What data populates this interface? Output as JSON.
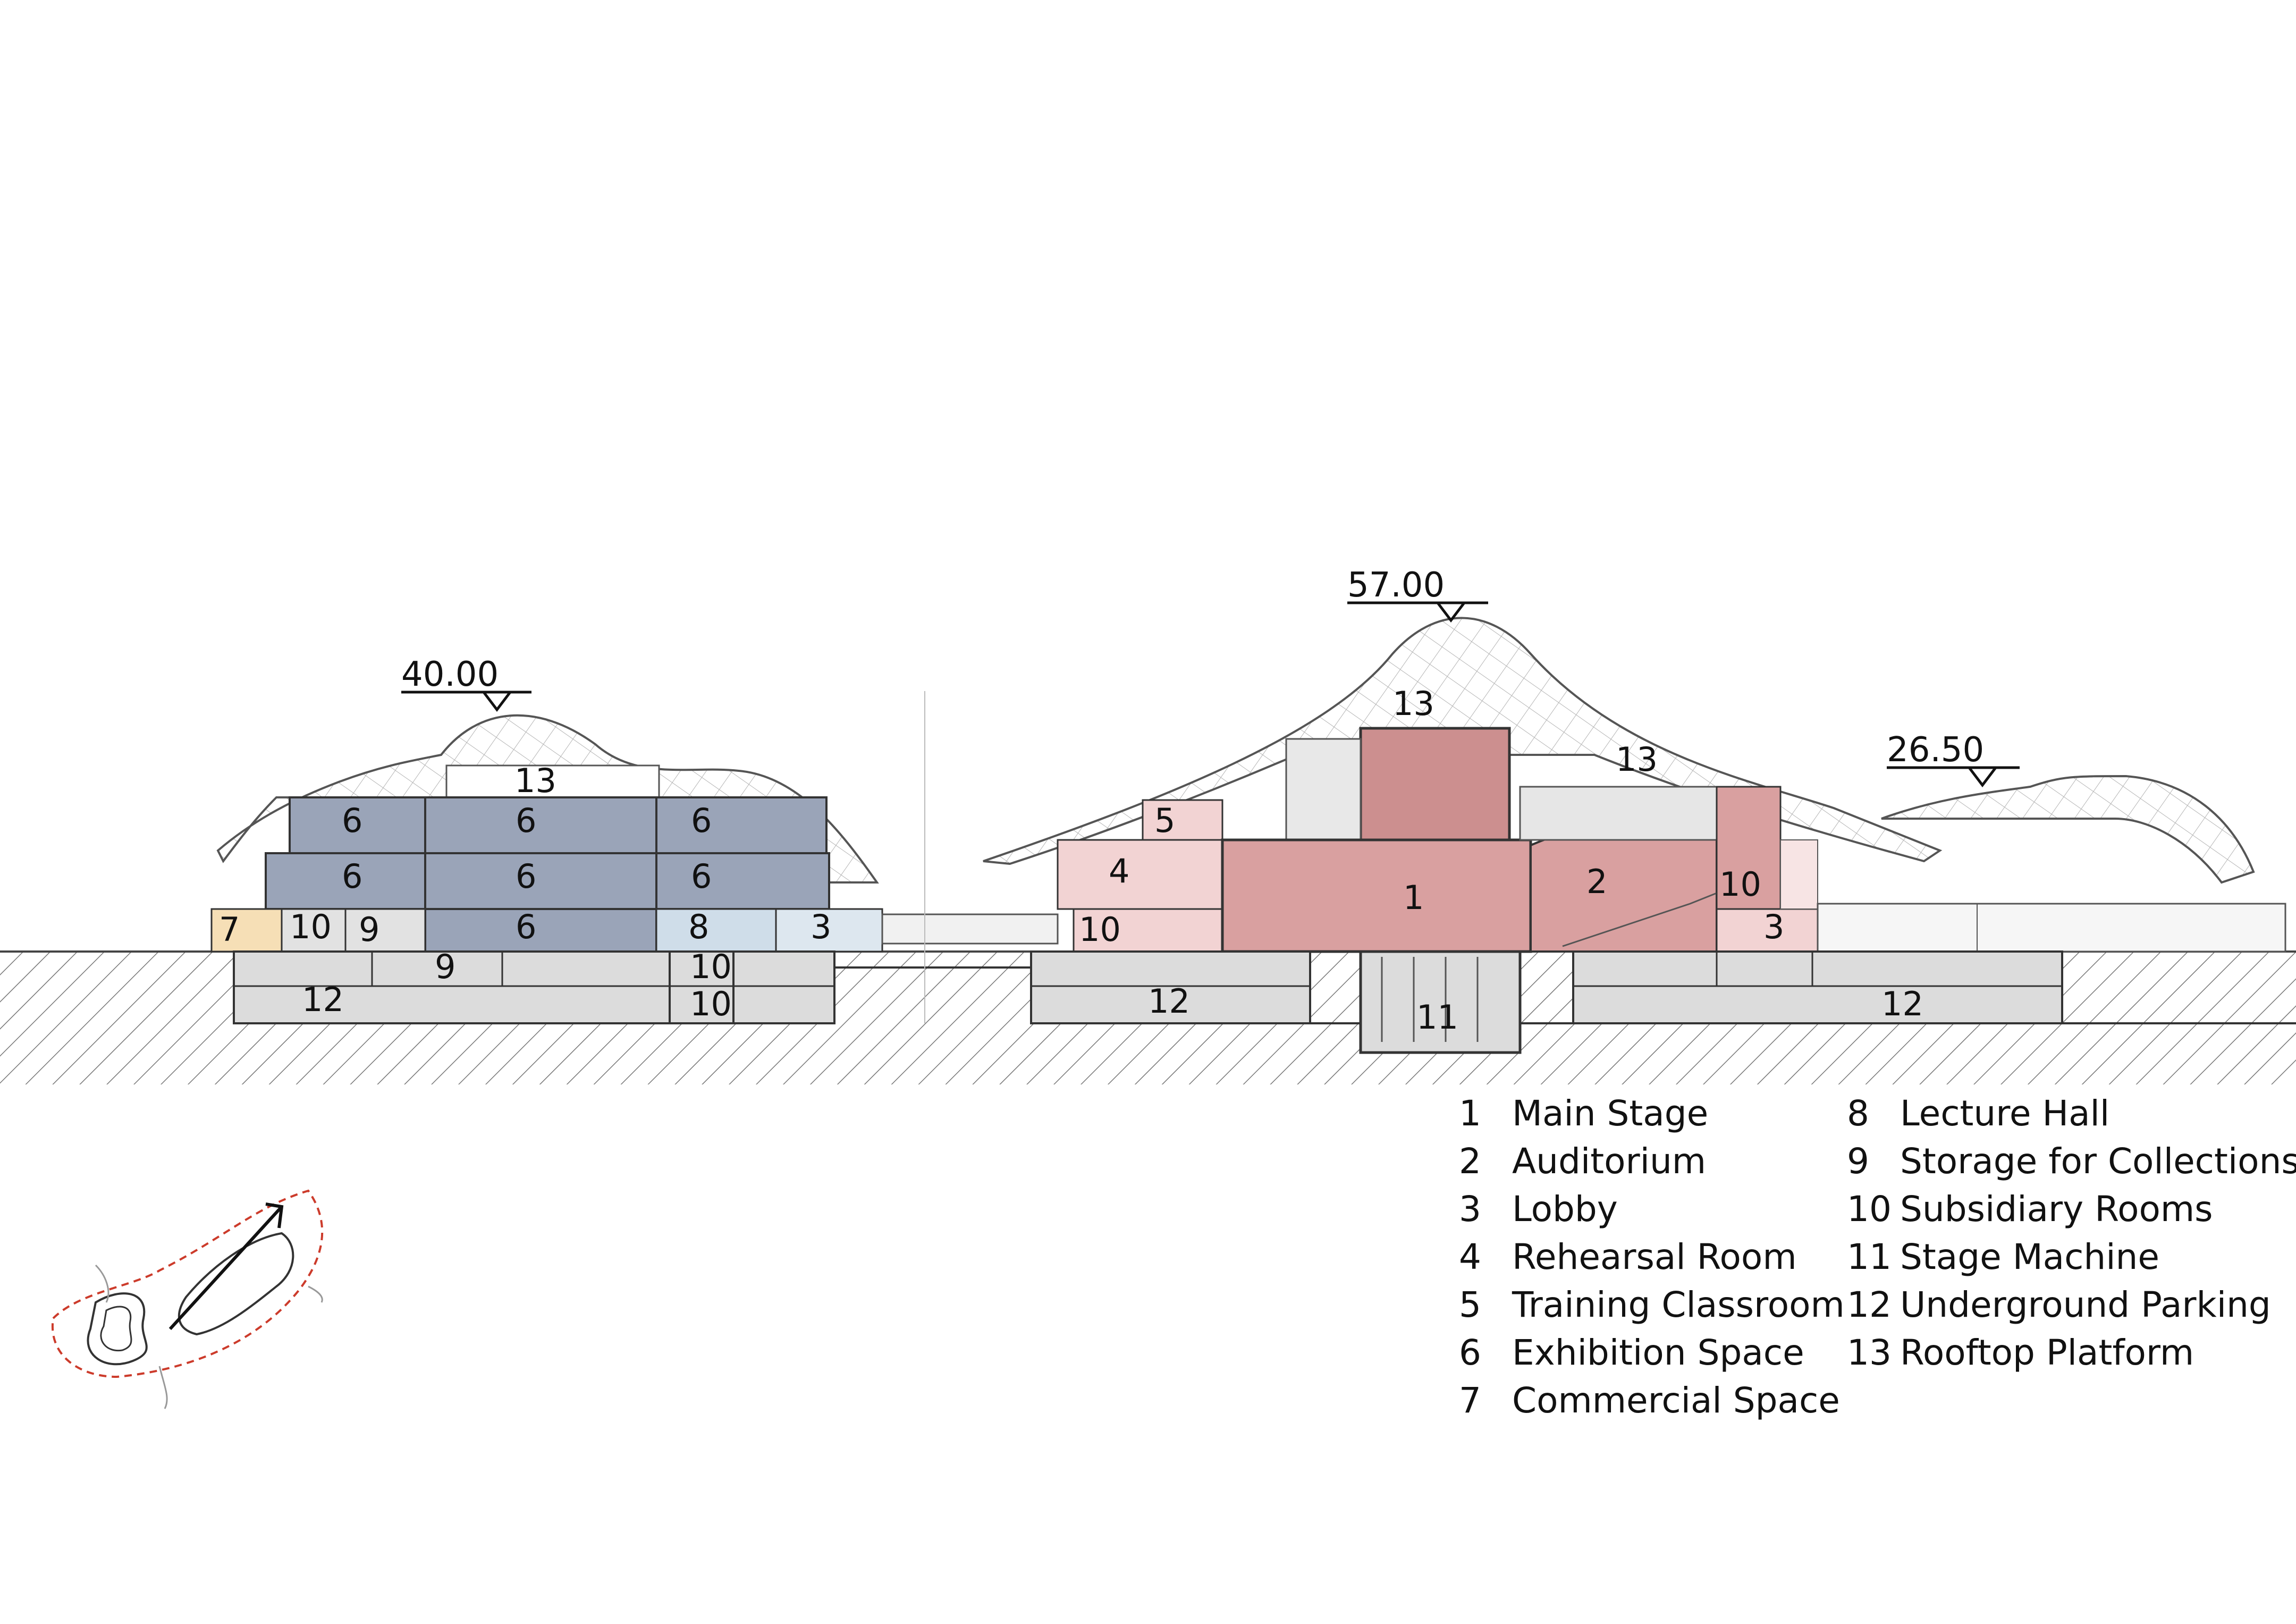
{
  "elevations": {
    "left": "40.00",
    "center": "57.00",
    "right": "26.50"
  },
  "room_labels": {
    "n1": "1",
    "n2": "2",
    "n3": "3",
    "n4": "4",
    "n5": "5",
    "n6": "6",
    "n7": "7",
    "n8": "8",
    "n9": "9",
    "n10": "10",
    "n11": "11",
    "n12": "12",
    "n13": "13"
  },
  "legend": {
    "col1": [
      {
        "num": "1",
        "name": "Main Stage"
      },
      {
        "num": "2",
        "name": "Auditorium"
      },
      {
        "num": "3",
        "name": "Lobby"
      },
      {
        "num": "4",
        "name": "Rehearsal Room"
      },
      {
        "num": "5",
        "name": "Training Classroom"
      },
      {
        "num": "6",
        "name": "Exhibition Space"
      },
      {
        "num": "7",
        "name": "Commercial Space"
      }
    ],
    "col2": [
      {
        "num": "8",
        "name": "Lecture Hall"
      },
      {
        "num": "9",
        "name": "Storage for Collections"
      },
      {
        "num": "10",
        "name": "Subsidiary Rooms"
      },
      {
        "num": "11",
        "name": "Stage Machine"
      },
      {
        "num": "12",
        "name": "Underground Parking"
      },
      {
        "num": "13",
        "name": "Rooftop Platform"
      }
    ]
  },
  "colors": {
    "exhibition": "#9aa4b8",
    "lecture": "#cfdde9",
    "commercial": "#f6dfb6",
    "stage": "#d9a0a0",
    "rehearsal": "#f2d3d3",
    "basement": "#dcdcdc",
    "ink": "#333333"
  }
}
